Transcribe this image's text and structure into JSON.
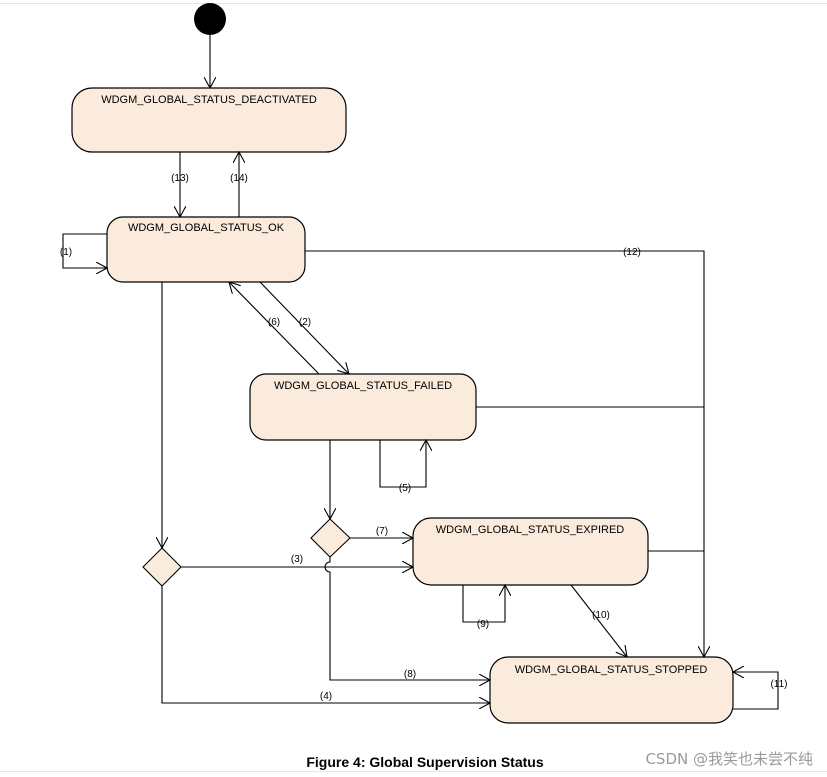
{
  "states": {
    "deactivated": "WDGM_GLOBAL_STATUS_DEACTIVATED",
    "ok": "WDGM_GLOBAL_STATUS_OK",
    "failed": "WDGM_GLOBAL_STATUS_FAILED",
    "expired": "WDGM_GLOBAL_STATUS_EXPIRED",
    "stopped": "WDGM_GLOBAL_STATUS_STOPPED"
  },
  "transitions": {
    "t1": "(1)",
    "t2": "(2)",
    "t3": "(3)",
    "t4": "(4)",
    "t5": "(5)",
    "t6": "(6)",
    "t7": "(7)",
    "t8": "(8)",
    "t9": "(9)",
    "t10": "(10)",
    "t11": "(11)",
    "t12": "(12)",
    "t13": "(13)",
    "t14": "(14)"
  },
  "caption": "Figure 4: Global Supervision Status",
  "watermark": "CSDN @我笑也未尝不纯"
}
